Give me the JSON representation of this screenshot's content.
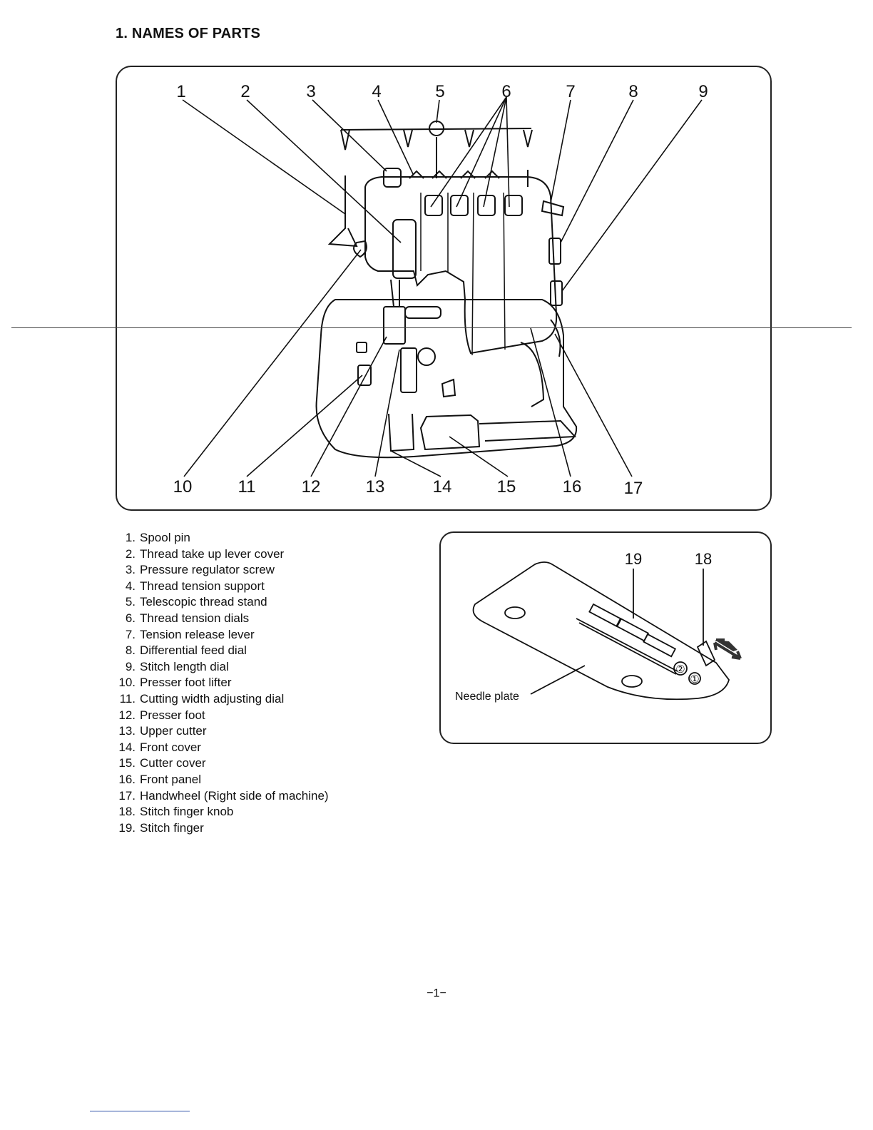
{
  "section_title": "1. NAMES OF PARTS",
  "main_figure": {
    "callouts_top": [
      "1",
      "2",
      "3",
      "4",
      "5",
      "6",
      "7",
      "8",
      "9"
    ],
    "callouts_bottom": [
      "10",
      "11",
      "12",
      "13",
      "14",
      "15",
      "16",
      "17"
    ]
  },
  "parts": [
    {
      "num": "1.",
      "label": "Spool pin"
    },
    {
      "num": "2.",
      "label": "Thread take up lever cover"
    },
    {
      "num": "3.",
      "label": "Pressure regulator screw"
    },
    {
      "num": "4.",
      "label": "Thread tension support"
    },
    {
      "num": "5.",
      "label": "Telescopic thread stand"
    },
    {
      "num": "6.",
      "label": "Thread tension dials"
    },
    {
      "num": "7.",
      "label": "Tension release lever"
    },
    {
      "num": "8.",
      "label": "Differential feed dial"
    },
    {
      "num": "9.",
      "label": "Stitch length dial"
    },
    {
      "num": "10.",
      "label": "Presser foot lifter"
    },
    {
      "num": "11.",
      "label": "Cutting width adjusting dial"
    },
    {
      "num": "12.",
      "label": "Presser foot"
    },
    {
      "num": "13.",
      "label": "Upper cutter"
    },
    {
      "num": "14.",
      "label": "Front cover"
    },
    {
      "num": "15.",
      "label": "Cutter cover"
    },
    {
      "num": "16.",
      "label": "Front panel"
    },
    {
      "num": "17.",
      "label": "Handwheel (Right side of machine)"
    },
    {
      "num": "18.",
      "label": "Stitch finger knob"
    },
    {
      "num": "19.",
      "label": "Stitch finger"
    }
  ],
  "inset_figure": {
    "callout_19": "19",
    "callout_18": "18",
    "needle_plate_label": "Needle plate",
    "position_1": "①",
    "position_2": "②"
  },
  "page_number": "−1−"
}
